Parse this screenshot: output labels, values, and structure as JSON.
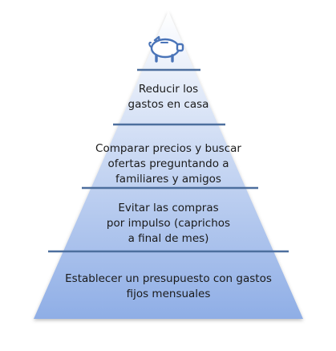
{
  "colors": {
    "fill_top": "#ffffff",
    "fill_bottom": "#8faee6",
    "divider": "#4d6f9e",
    "icon_stroke": "#4a74b8",
    "icon_fill": "#ffffff",
    "text": "#1a1a1a"
  },
  "pyramid": {
    "top_icon": "piggy-bank-icon",
    "tiers": [
      {
        "lines": [
          "Reducir los",
          "gastos en casa"
        ]
      },
      {
        "lines": [
          "Comparar precios y buscar",
          "ofertas preguntando a",
          "familiares y amigos"
        ]
      },
      {
        "lines": [
          "Evitar las compras",
          "por impulso (caprichos",
          "a final de mes)"
        ]
      },
      {
        "lines": [
          "Establecer un presupuesto con gastos",
          "fijos mensuales"
        ]
      }
    ]
  }
}
